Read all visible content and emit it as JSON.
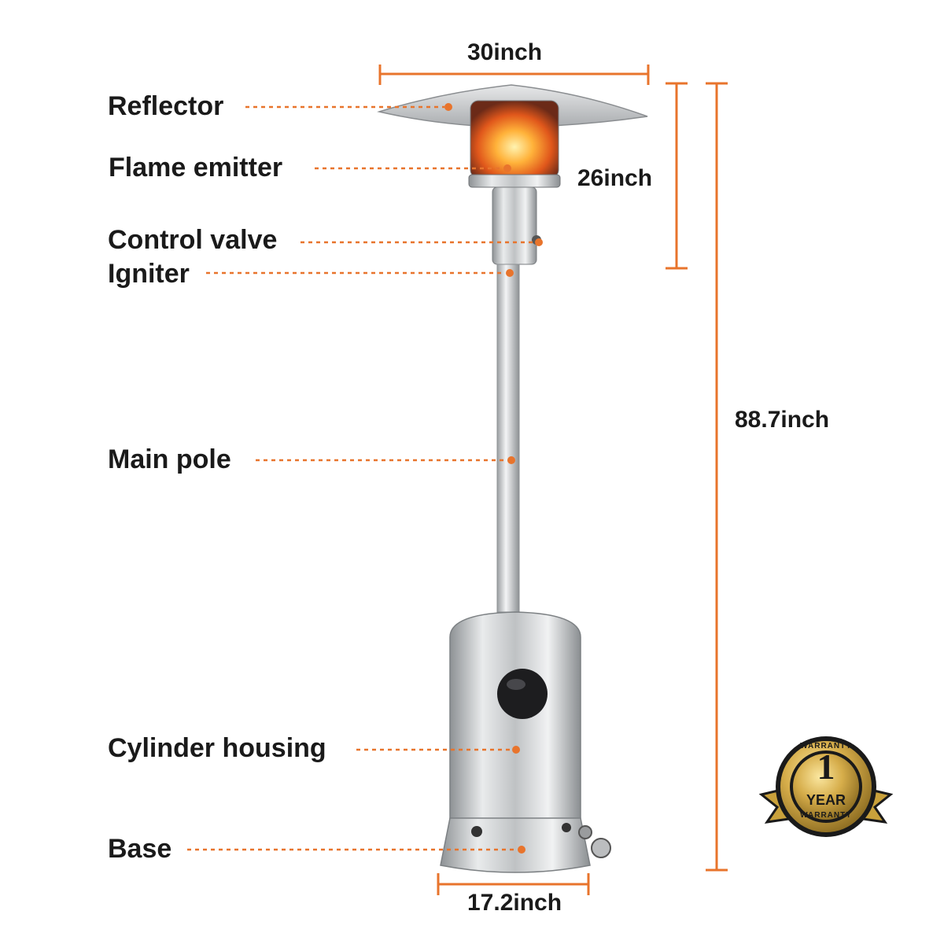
{
  "parts": {
    "reflector": "Reflector",
    "flame_emitter": "Flame emitter",
    "control_valve": "Control valve",
    "igniter": "Igniter",
    "main_pole": "Main pole",
    "cylinder_housing": "Cylinder housing",
    "base": "Base"
  },
  "dimensions": {
    "width": "30inch",
    "head_height": "26inch",
    "total_height": "88.7inch",
    "base_width": "17.2inch"
  },
  "warranty": {
    "number": "1",
    "unit": "YEAR",
    "text": "WARRANTY"
  },
  "colors": {
    "accent": "#e8742c",
    "steel": "#c9cbcd",
    "text": "#1a1a1a",
    "gold": "#c9a13b"
  }
}
